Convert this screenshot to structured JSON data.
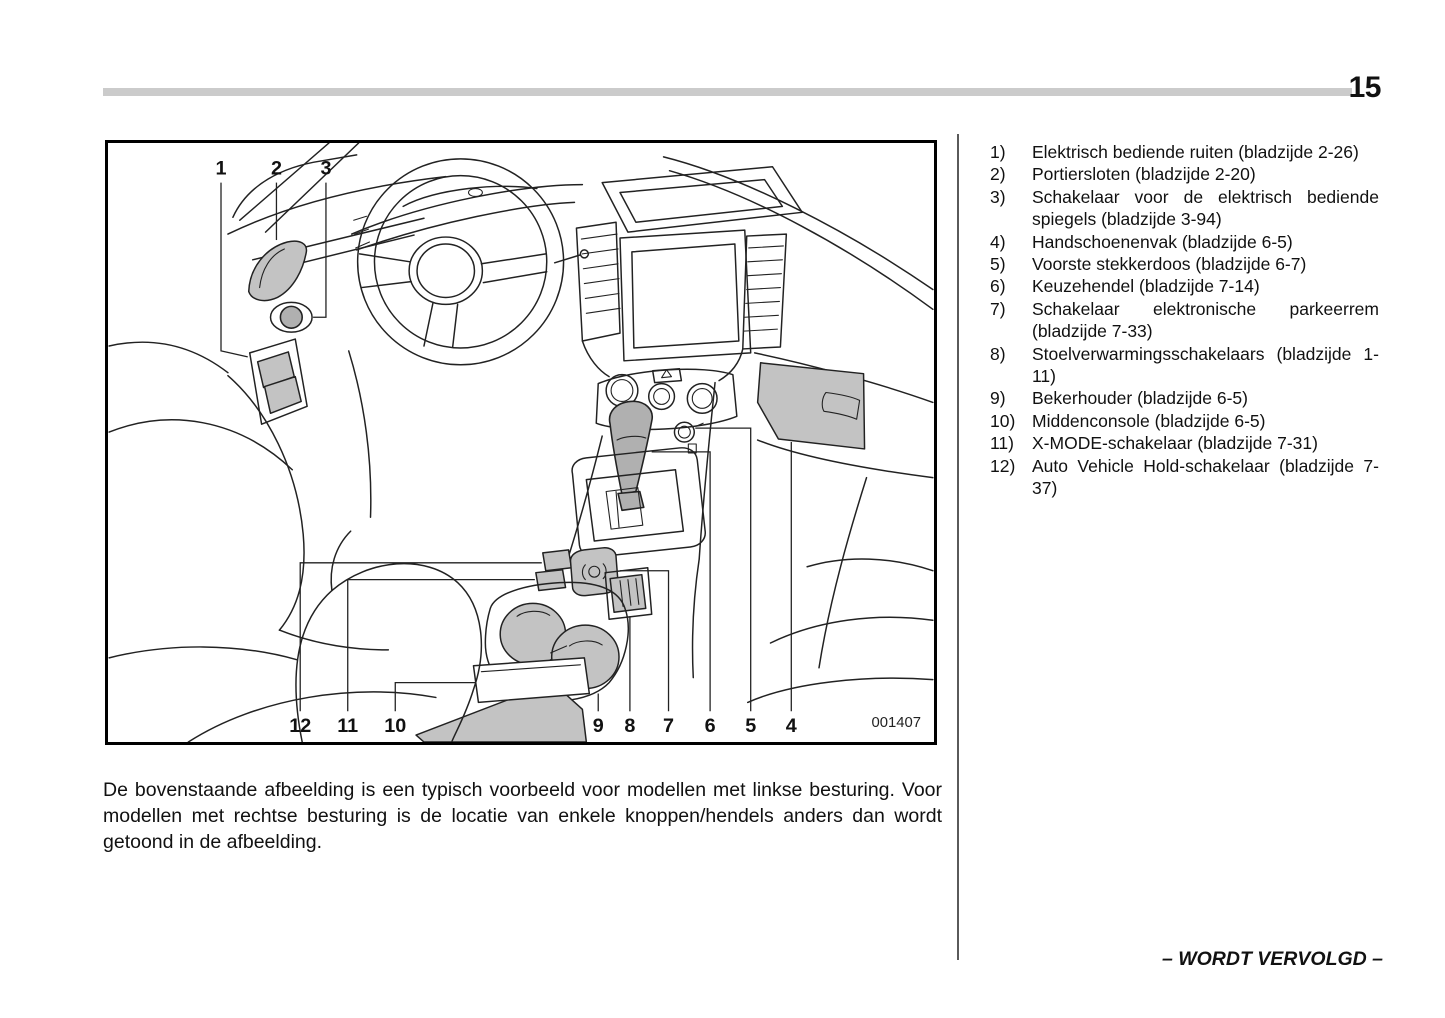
{
  "header": {
    "page_number": "15"
  },
  "figure": {
    "code": "001407",
    "callouts_top": [
      "1",
      "2",
      "3"
    ],
    "callouts_bottom": [
      "12",
      "11",
      "10",
      "9",
      "8",
      "7",
      "6",
      "5",
      "4"
    ]
  },
  "legend": {
    "items": [
      {
        "n": "1)",
        "t": "Elektrisch bediende ruiten (bladzijde 2-26)"
      },
      {
        "n": "2)",
        "t": "Portiersloten (bladzijde 2-20)"
      },
      {
        "n": "3)",
        "t": "Schakelaar voor de elektrisch bediende spiegels (bladzijde 3-94)"
      },
      {
        "n": "4)",
        "t": "Handschoenenvak (bladzijde 6-5)"
      },
      {
        "n": "5)",
        "t": "Voorste stekkerdoos (bladzijde 6-7)"
      },
      {
        "n": "6)",
        "t": "Keuzehendel (bladzijde 7-14)"
      },
      {
        "n": "7)",
        "t": "Schakelaar elektronische parkeerrem (bladzijde 7-33)"
      },
      {
        "n": "8)",
        "t": "Stoelverwarmingsschakelaars (bladzijde 1-11)"
      },
      {
        "n": "9)",
        "t": "Bekerhouder (bladzijde 6-5)"
      },
      {
        "n": "10)",
        "t": "Middenconsole (bladzijde 6-5)"
      },
      {
        "n": "11)",
        "t": "X-MODE-schakelaar (bladzijde 7-31)"
      },
      {
        "n": "12)",
        "t": "Auto Vehicle Hold-schakelaar (bladzijde 7-37)"
      }
    ]
  },
  "caption": {
    "text": "De bovenstaande afbeelding is een typisch voorbeeld voor modellen met linkse besturing. Voor modellen met rechtse besturing is de locatie van enkele knoppen/hendels anders dan wordt getoond in de afbeelding."
  },
  "footer": {
    "continued": "– WORDT VERVOLGD –"
  }
}
